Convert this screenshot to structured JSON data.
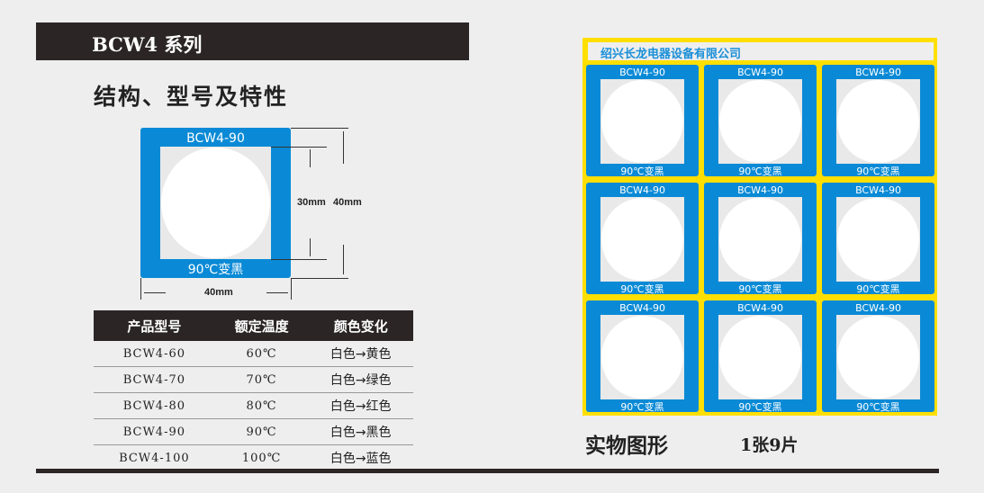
{
  "header": {
    "title": "BCW4 系列",
    "subtitle": "结构、型号及特性"
  },
  "diagram": {
    "model": "BCW4-90",
    "change": "90℃变黑",
    "inner_dim": "30mm",
    "outer_dim": "40mm",
    "width_dim": "40mm"
  },
  "table": {
    "headers": [
      "产品型号",
      "额定温度",
      "颜色变化"
    ],
    "rows": [
      [
        "BCW4-60",
        "60℃",
        "白色→黄色"
      ],
      [
        "BCW4-70",
        "70℃",
        "白色→绿色"
      ],
      [
        "BCW4-80",
        "80℃",
        "白色→红色"
      ],
      [
        "BCW4-90",
        "90℃",
        "白色→黑色"
      ],
      [
        "BCW4-100",
        "100℃",
        "白色→蓝色"
      ]
    ]
  },
  "sheet": {
    "company": "绍兴长龙电器设备有限公司",
    "card_model": "BCW4-90",
    "card_change": "90℃变黑",
    "count": 9,
    "caption": "实物图形",
    "quantity": "1张9片"
  },
  "colors": {
    "blue": "#0a8ad6",
    "yellow": "#ffdf00",
    "dark": "#2b2525"
  }
}
